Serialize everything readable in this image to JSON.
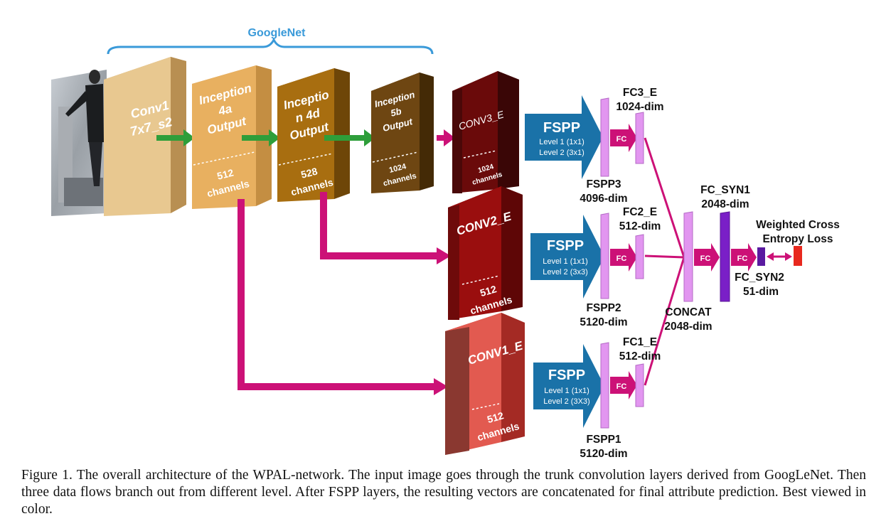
{
  "googlenet_label": "GoogleNet",
  "blocks": {
    "conv1": {
      "line1": "Conv1",
      "line2": "7x7_s2"
    },
    "inc4a": {
      "line1": "Inception",
      "line2": "4a",
      "line3": "Output",
      "ch1": "512",
      "ch2": "channels"
    },
    "inc4d": {
      "line1": "Inceptio",
      "line2": "n 4d",
      "line3": "Output",
      "ch1": "528",
      "ch2": "channels"
    },
    "inc5b": {
      "line1": "Inception",
      "line2": "5b",
      "line3": "Output",
      "ch1": "1024",
      "ch2": "channels"
    },
    "conv3e": {
      "label": "CONV3_E",
      "ch1": "1024",
      "ch2": "channels"
    },
    "conv2e": {
      "label": "CONV2_E",
      "ch1": "512",
      "ch2": "channels"
    },
    "conv1e": {
      "label": "CONV1_E",
      "ch1": "512",
      "ch2": "channels"
    }
  },
  "fspp": [
    {
      "title": "FSPP",
      "level1": "Level 1 (1x1)",
      "level2": "Level 2 (3x1)"
    },
    {
      "title": "FSPP",
      "level1": "Level 1 (1x1)",
      "level2": "Level 2 (3x3)"
    },
    {
      "title": "FSPP",
      "level1": "Level 1 (1x1)",
      "level2": "Level 2 (3X3)"
    }
  ],
  "fc_label": "FC",
  "labels": {
    "fc3e_name": "FC3_E",
    "fc3e_dim": "1024-dim",
    "fspp3_name": "FSPP3",
    "fspp3_dim": "4096-dim",
    "fc2e_name": "FC2_E",
    "fc2e_dim": "512-dim",
    "fspp2_name": "FSPP2",
    "fspp2_dim": "5120-dim",
    "fc1e_name": "FC1_E",
    "fc1e_dim": "512-dim",
    "fspp1_name": "FSPP1",
    "fspp1_dim": "5120-dim",
    "concat_name": "CONCAT",
    "concat_dim": "2048-dim",
    "fcsyn1_name": "FC_SYN1",
    "fcsyn1_dim": "2048-dim",
    "fcsyn2_name": "FC_SYN2",
    "fcsyn2_dim": "51-dim",
    "loss_line1": "Weighted Cross",
    "loss_line2": "Entropy Loss"
  },
  "caption": "Figure 1. The overall architecture of the WPAL-network.  The input image goes through the trunk convolution layers derived from GoogLeNet.  Then three data flows branch out from different level.  After FSPP layers, the resulting vectors are concatenated for final attribute prediction. Best viewed in color.",
  "colors": {
    "brace": "#3a9ad9",
    "green_arrow": "#2e9e3a",
    "magenta": "#cc1177",
    "fspp_blue": "#1a72a8",
    "fc_bar": "#e296f0",
    "fc_syn1": "#7a1fc7",
    "fc_syn2": "#5a1aa0",
    "loss_red": "#e8281e"
  }
}
